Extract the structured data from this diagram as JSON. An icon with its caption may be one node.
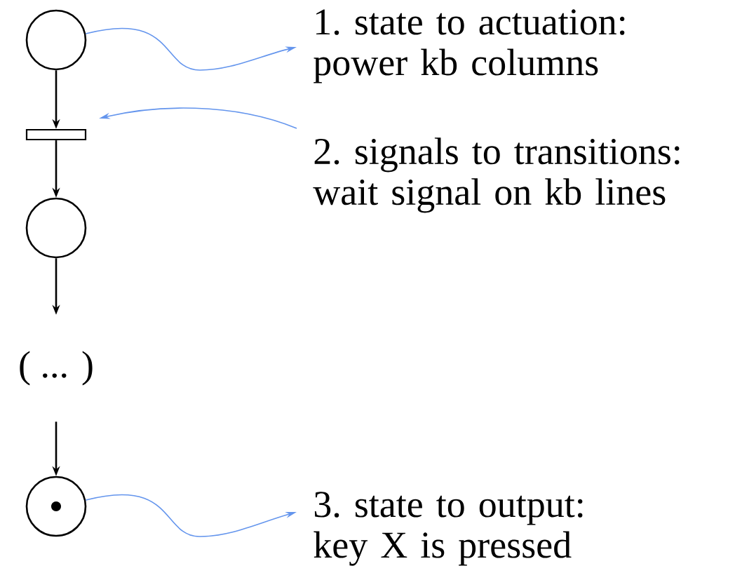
{
  "diagram": {
    "nodes": [
      {
        "text": [],
        "shape": "circle"
      },
      {
        "text": [],
        "shape": "bar"
      },
      {
        "text": [],
        "shape": "circle"
      },
      {
        "text": [
          "( ... )"
        ]
      },
      {
        "text": [],
        "shape": "circle"
      },
      {
        "text": [
          "1. state to actuation: power kb columns"
        ]
      },
      {
        "text": [
          "2. signals to transitions: wait signal on kb lines"
        ]
      },
      {
        "text": [
          "3. state to output: key X is pressed"
        ]
      }
    ],
    "edges": [
      {
        "from": 0,
        "to": 1,
        "arrow": "to"
      },
      {
        "from": 1,
        "to": 2,
        "arrow": "to"
      },
      {
        "from": 2,
        "to": 3,
        "arrow": "to"
      },
      {
        "from": 3,
        "to": 4,
        "arrow": "to"
      },
      {
        "from": 0,
        "to": 5,
        "arrow": "to",
        "color": "#6495ed"
      },
      {
        "from": 6,
        "to": 1,
        "arrow": "to",
        "color": "#6495ed"
      },
      {
        "from": 4,
        "to": 7,
        "arrow": "to",
        "color": "#6495ed"
      }
    ]
  }
}
